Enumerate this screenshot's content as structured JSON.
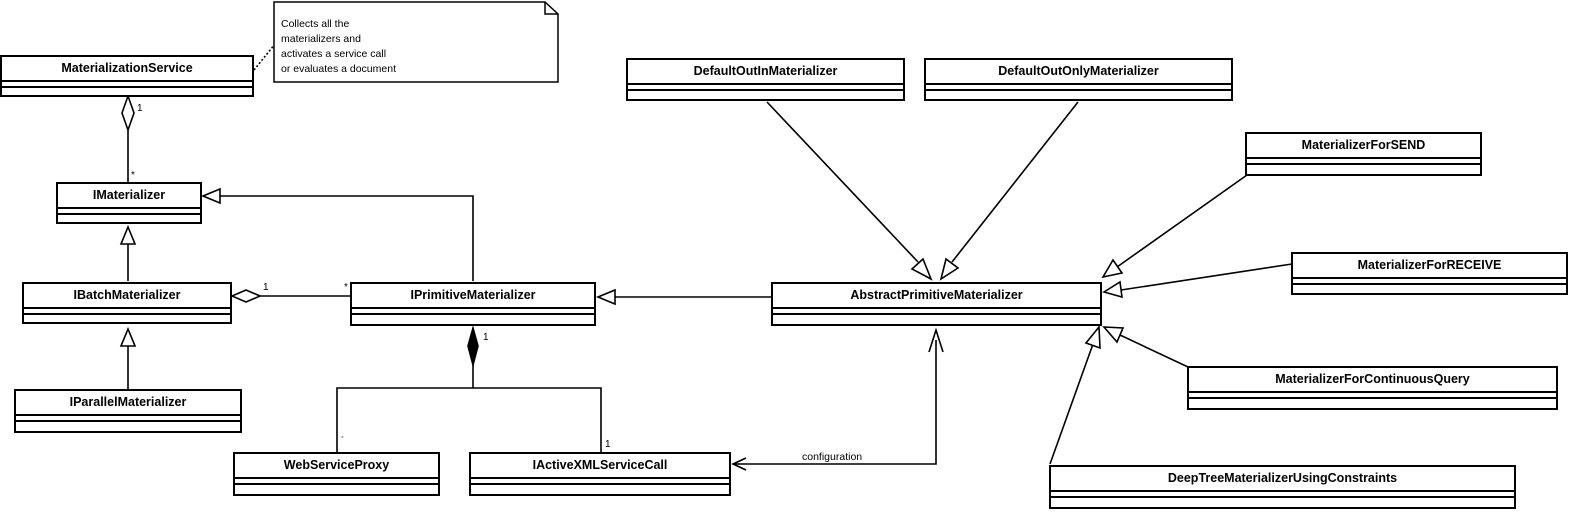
{
  "classes": {
    "materialization_service": "MaterializationService",
    "imaterializer": "IMaterializer",
    "ibatch_materializer": "IBatchMaterializer",
    "iparallel_materializer": "IParallelMaterializer",
    "iprimitive_materializer": "IPrimitiveMaterializer",
    "web_service_proxy": "WebServiceProxy",
    "iactive_xml_service_call": "IActiveXMLServiceCall",
    "abstract_primitive_materializer": "AbstractPrimitiveMaterializer",
    "default_out_in_materializer": "DefaultOutInMaterializer",
    "default_out_only_materializer": "DefaultOutOnlyMaterializer",
    "materializer_for_send": "MaterializerForSEND",
    "materializer_for_receive": "MaterializerForRECEIVE",
    "materializer_for_continuous_query": "MaterializerForContinuousQuery",
    "deep_tree_materializer_using_constraints": "DeepTreeMaterializerUsingConstraints"
  },
  "note": {
    "lines": [
      "Collects all the",
      "materializers and",
      "activates a service call",
      "or evaluates a document"
    ]
  },
  "multiplicities": {
    "service_one": "1",
    "service_many": "*",
    "batch_one": "1",
    "batch_many": "*",
    "primitive_one": "1",
    "proxy_mark": "´",
    "call_one": "1"
  },
  "labels": {
    "configuration": "configuration"
  }
}
